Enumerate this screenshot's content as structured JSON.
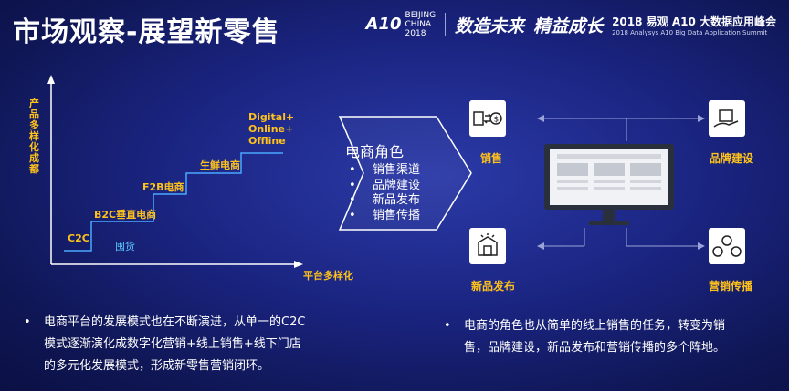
{
  "title": "市场观察-展望新零售",
  "header": {
    "logo_mark": "A10",
    "logo_city_1": "BEIJING",
    "logo_city_2": "CHINA",
    "logo_year": "2018",
    "slogan_1": "数造未来",
    "slogan_2": "精益成长",
    "summit_line1": "2018 易观 A10 大数据应用峰会",
    "summit_line2": "2018 Analysys A10 Big Data Application Summit"
  },
  "stairs": {
    "y_axis_label": "产品多样化成都",
    "x_axis_label": "平台多样化",
    "steps": [
      "C2C",
      "B2C垂直电商",
      "F2B电商",
      "生鲜电商"
    ],
    "top_step_line1": "Digital+",
    "top_step_line2": "Online+",
    "top_step_line3": "Offline",
    "side_label": "囤货"
  },
  "role": {
    "title": "电商角色",
    "items": [
      "销售渠道",
      "品牌建设",
      "新品发布",
      "销售传播"
    ]
  },
  "icons": {
    "sales": "销售",
    "brand": "品牌建设",
    "launch": "新品发布",
    "marketing": "营销传播"
  },
  "bullets": {
    "left_line1": "电商平台的发展模式也在不断演进，从单一的C2C",
    "left_line2": "模式逐渐演化成数字化营销+线上销售+线下门店",
    "left_line3": "的多元化发展模式，形成新零售营销闭环。",
    "right_line1": "电商的角色也从简单的线上销售的任务，转变为销",
    "right_line2": "售，品牌建设，新品发布和营销传播的多个阵地。"
  }
}
